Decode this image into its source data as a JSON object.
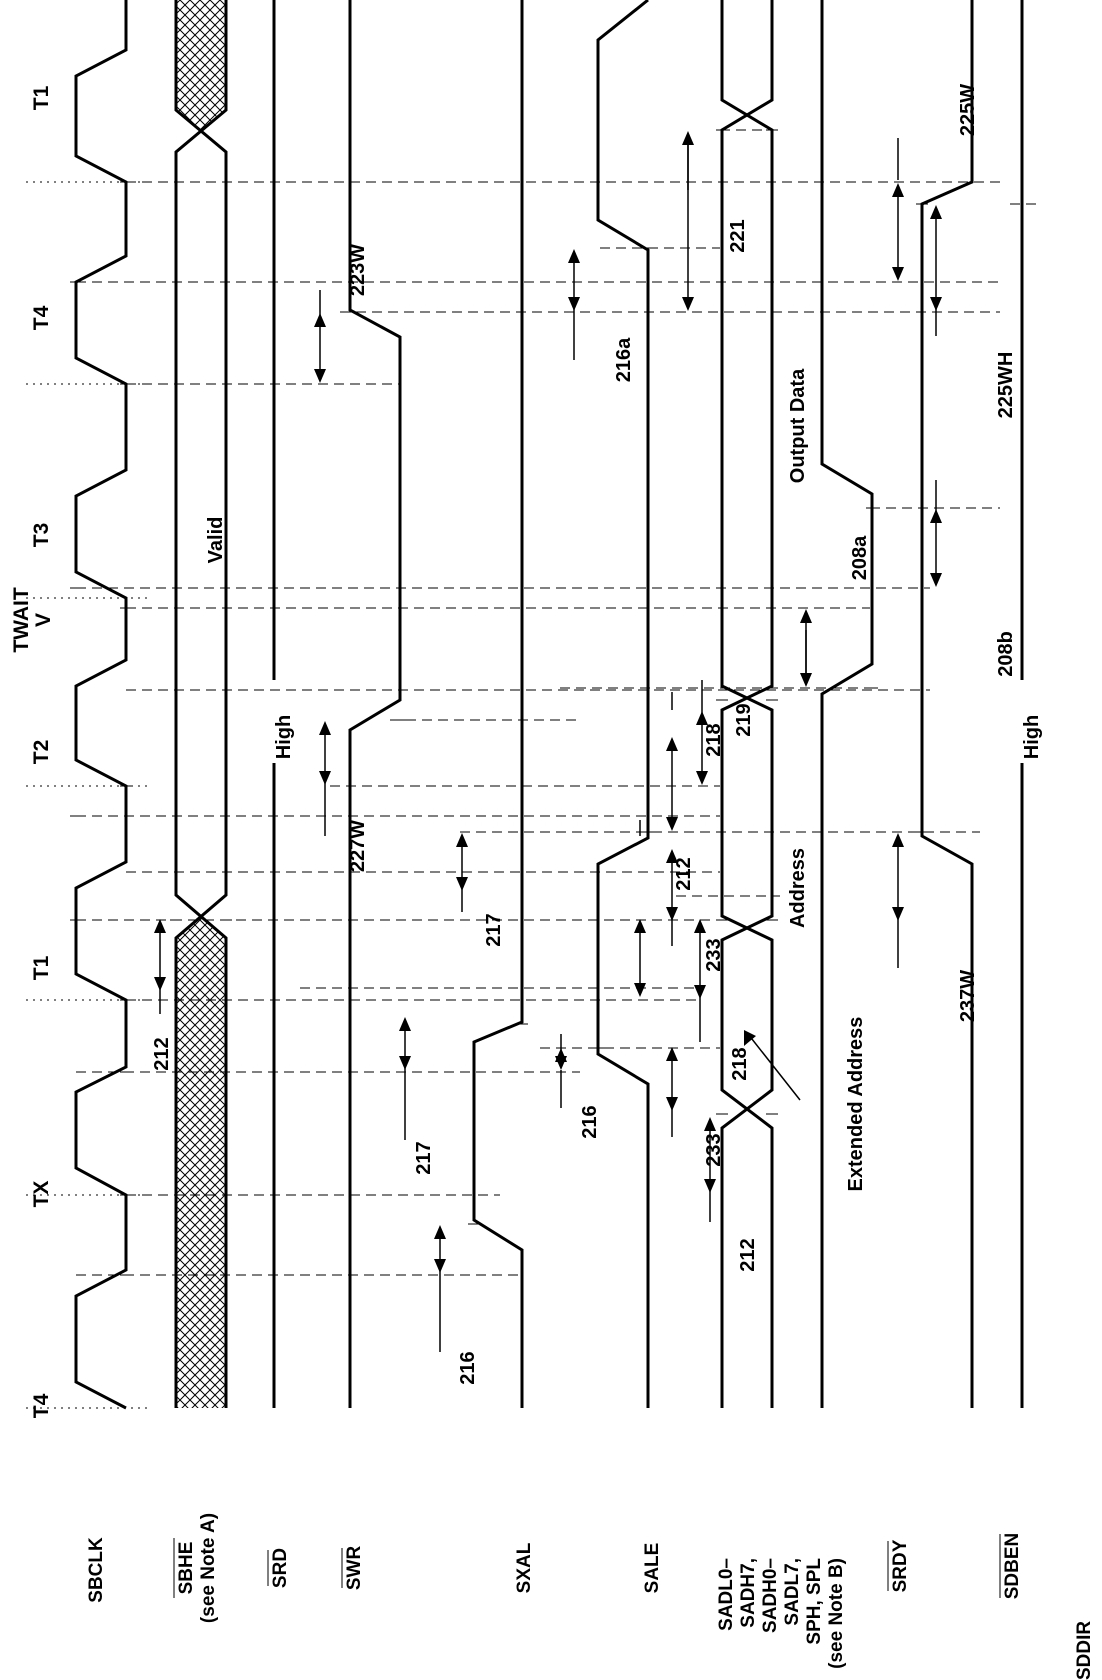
{
  "signals": {
    "sbclk": "SBCLK",
    "sbhe_1": "SBHE",
    "sbhe_2": "(see Note A)",
    "srd": "SRD",
    "swr": "SWR",
    "sxal": "SXAL",
    "sale": "SALE",
    "sad_1": "SADL0–",
    "sad_2": "SADH7,",
    "sad_3": "SADH0–",
    "sad_4": "SADL7,",
    "sad_5": "SPH, SPL",
    "sad_6": "(see Note B)",
    "srdy": "SRDY",
    "sdben": "SDBEN",
    "sddir": "SDDIR"
  },
  "phases": {
    "t4a": "T4",
    "tx": "TX",
    "t1a": "T1",
    "t2": "T2",
    "twait": "TWAIT",
    "v": "V",
    "t3": "T3",
    "t4b": "T4",
    "t1b": "T1"
  },
  "labels": {
    "valid": "Valid",
    "high_srd": "High",
    "high_sddir": "High",
    "address": "Address",
    "output_data": "Output Data",
    "extended_address": "Extended Address"
  },
  "timing": {
    "p216a": "216",
    "p217a": "217",
    "p216b": "216",
    "p212a": "212",
    "p233a": "233",
    "p218a": "218",
    "p212b": "212",
    "p212c": "212",
    "p233b": "233",
    "p217b": "217",
    "p218b": "218",
    "p219": "219",
    "p227w": "227W",
    "p208b": "208b",
    "p208a": "208a",
    "p223w": "223W",
    "p216a2": "216a",
    "p221": "221",
    "p225wh": "225WH",
    "p225w": "225W",
    "p237w": "237W"
  }
}
